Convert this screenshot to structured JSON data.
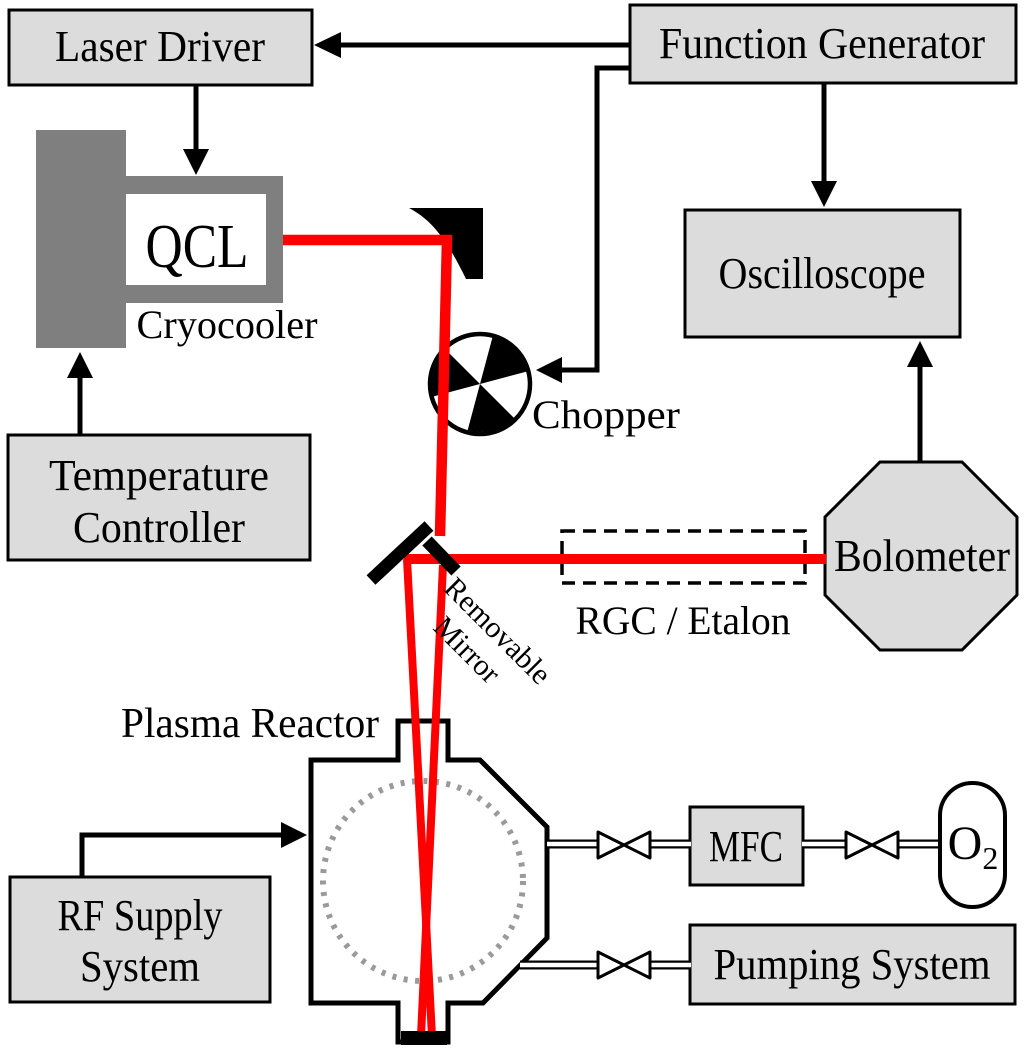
{
  "colors": {
    "background": "#ffffff",
    "box_fill": "#dcdcdc",
    "outline": "#000000",
    "cryocooler_gray": "#7f7f7f",
    "beam_red": "#ff0000",
    "plasma_dot_gray": "#9a9a9a"
  },
  "nodes": {
    "laser_driver": {
      "label": "Laser Driver"
    },
    "function_generator": {
      "label": "Function Generator"
    },
    "qcl": {
      "label": "QCL"
    },
    "cryocooler": {
      "label": "Cryocooler"
    },
    "temperature_controller": {
      "line1": "Temperature",
      "line2": "Controller"
    },
    "oscilloscope": {
      "label": "Oscilloscope"
    },
    "chopper": {
      "label": "Chopper"
    },
    "removable_mirror": {
      "line1": "Removable",
      "line2": "Mirror"
    },
    "rgc_etalon": {
      "label": "RGC / Etalon"
    },
    "bolometer": {
      "label": "Bolometer"
    },
    "plasma_reactor": {
      "label": "Plasma Reactor"
    },
    "rf_supply": {
      "line1": "RF Supply",
      "line2": "System"
    },
    "mfc": {
      "label": "MFC"
    },
    "o2": {
      "symbol": "O",
      "subscript": "2"
    },
    "pumping_system": {
      "label": "Pumping System"
    }
  }
}
